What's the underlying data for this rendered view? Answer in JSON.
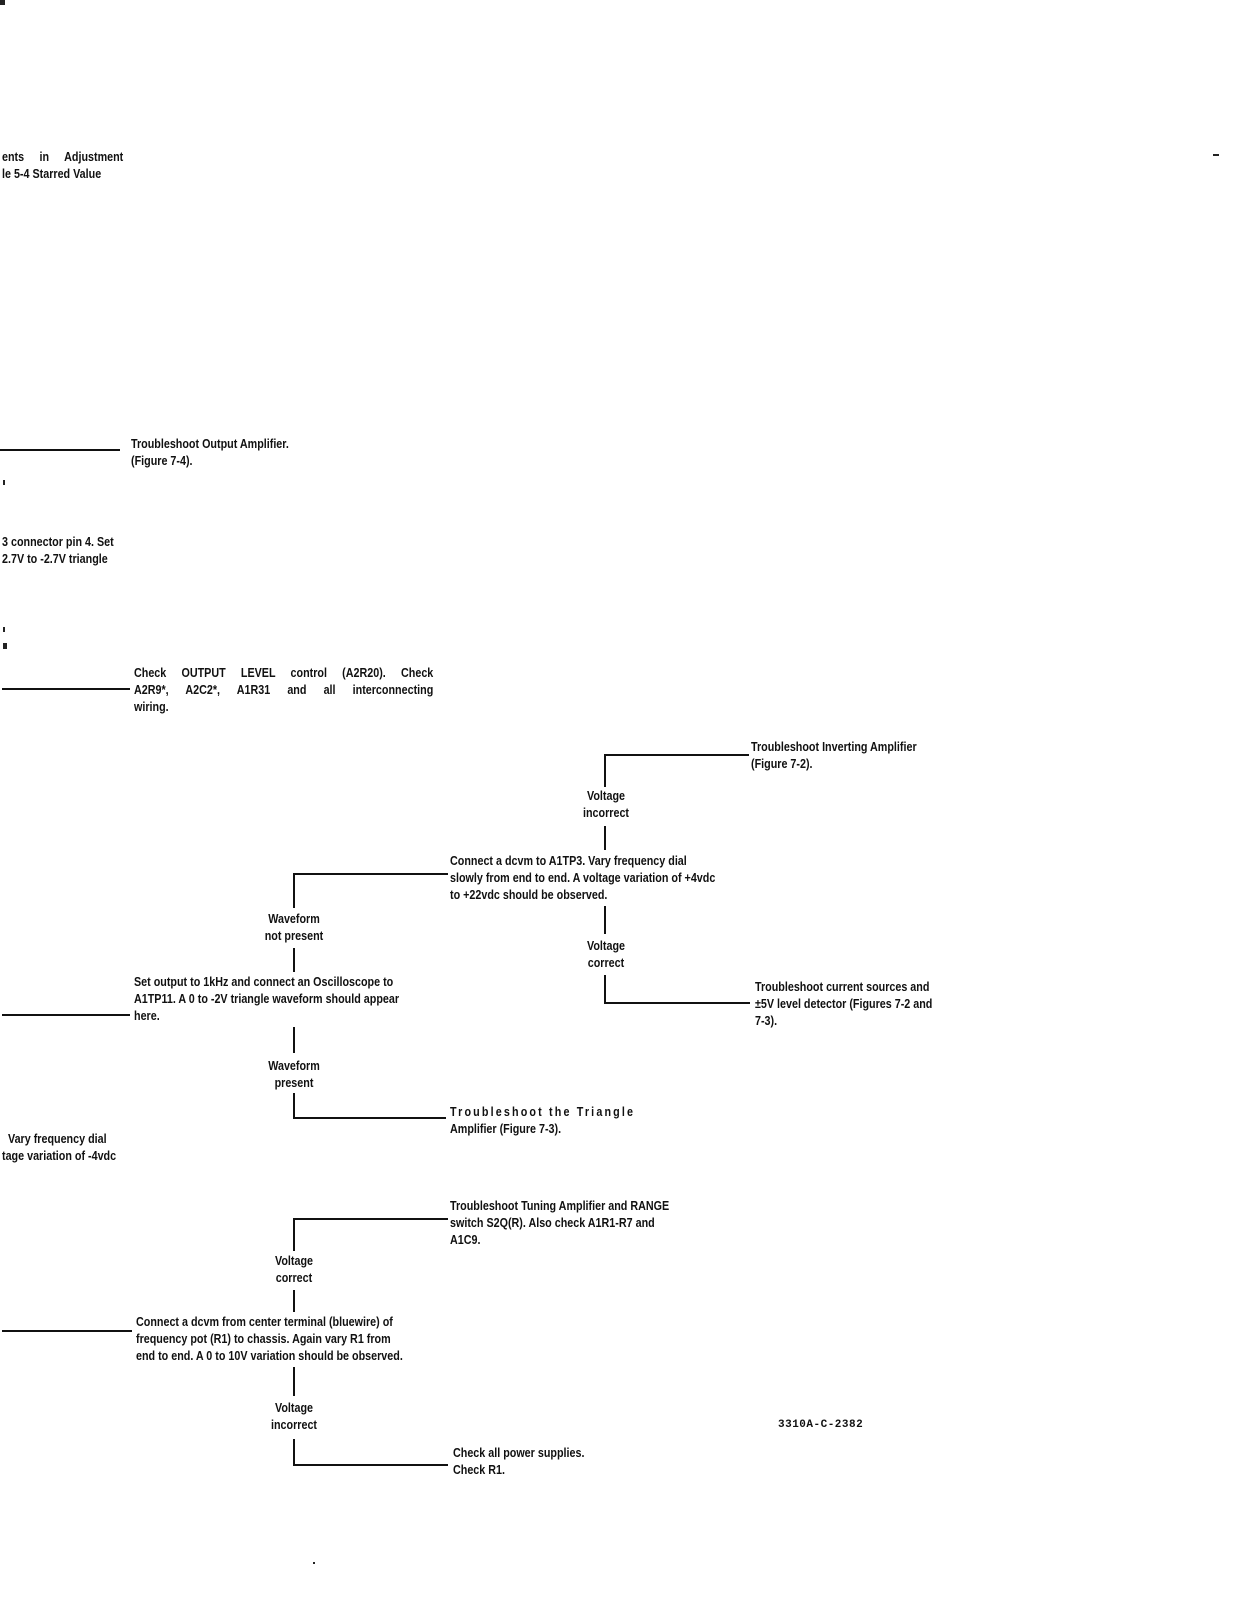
{
  "left_margin_fragments": {
    "adjustment_1": "ents in Adjustment",
    "adjustment_2": "le 5-4 Starred Value",
    "connector_1": "3 connector pin 4. Set",
    "connector_2": "2.7V to -2.7V triangle",
    "vary_1": "Vary frequency dial",
    "vary_2": "tage variation of -4vdc"
  },
  "boxes": {
    "output_amp": [
      "Troubleshoot Output Amplifier.",
      "(Figure 7-4)."
    ],
    "output_level": [
      "Check OUTPUT LEVEL control (A2R20). Check",
      "A2R9*, A2C2*, A1R31 and all interconnecting",
      "wiring."
    ],
    "inverting_amp": [
      "Troubleshoot Inverting Amplifier",
      "(Figure 7-2)."
    ],
    "a1tp3": [
      "Connect a dcvm to A1TP3. Vary frequency dial",
      "slowly from end to end. A voltage variation of +4vdc",
      "to +22vdc should be observed."
    ],
    "current_sources": [
      "Troubleshoot current sources and",
      "±5V level detector (Figures 7-2 and",
      "7-3)."
    ],
    "a1tp11": [
      "Set output to 1kHz and connect an Oscilloscope to",
      "A1TP11. A 0 to -2V triangle waveform should appear",
      "here."
    ],
    "triangle_amp": [
      "Troubleshoot the Triangle",
      "Amplifier (Figure 7-3)."
    ],
    "tuning_amp": [
      "Troubleshoot Tuning Amplifier and RANGE",
      "switch S2Q(R). Also check A1R1-R7 and",
      "A1C9."
    ],
    "freq_pot": [
      "Connect a dcvm from center terminal (bluewire) of",
      "frequency pot (R1) to chassis. Again vary R1 from",
      "end to end. A 0 to 10V variation should be observed."
    ],
    "power": [
      "Check all power supplies.",
      "Check R1."
    ]
  },
  "branch_labels": {
    "voltage_incorrect_upper": [
      "Voltage",
      "incorrect"
    ],
    "voltage_correct_upper": [
      "Voltage",
      "correct"
    ],
    "waveform_not_present": [
      "Waveform",
      "not present"
    ],
    "waveform_present": [
      "Waveform",
      "present"
    ],
    "voltage_correct_lower": [
      "Voltage",
      "correct"
    ],
    "voltage_incorrect_lower": [
      "Voltage",
      "incorrect"
    ]
  },
  "figure_code": "3310A-C-2382"
}
